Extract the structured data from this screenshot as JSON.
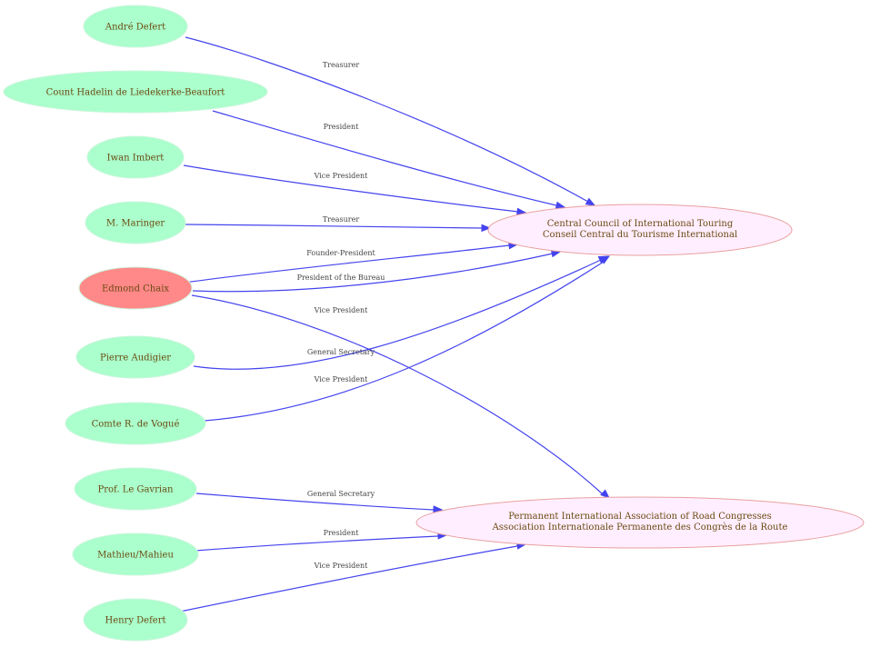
{
  "colors": {
    "person_fill": "#aaffcc",
    "person_stroke": "#ccf5dd",
    "highlight_fill": "#ff8888",
    "org_fill": "#ffeeff",
    "org_stroke": "#e8a0a0",
    "edge": "#4444ee",
    "node_text": "#6b4a12",
    "edge_text": "#444444"
  },
  "nodes": [
    {
      "id": "andre_defert",
      "label": "André Defert",
      "kind": "person"
    },
    {
      "id": "hadelin",
      "label": "Count Hadelin de Liedekerke-Beaufort",
      "kind": "person"
    },
    {
      "id": "iwan_imbert",
      "label": "Iwan Imbert",
      "kind": "person"
    },
    {
      "id": "maringer",
      "label": "M. Maringer",
      "kind": "person"
    },
    {
      "id": "edmond_chaix",
      "label": "Edmond Chaix",
      "kind": "highlight"
    },
    {
      "id": "pierre_audigier",
      "label": "Pierre Audigier",
      "kind": "person"
    },
    {
      "id": "vogue",
      "label": "Comte R. de Vogué",
      "kind": "person"
    },
    {
      "id": "le_gavrian",
      "label": "Prof. Le Gavrian",
      "kind": "person"
    },
    {
      "id": "mathieu",
      "label": "Mathieu/Mahieu",
      "kind": "person"
    },
    {
      "id": "henry_defert",
      "label": "Henry Defert",
      "kind": "person"
    },
    {
      "id": "ccit",
      "label_lines": [
        "Central Council of International Touring",
        "Conseil Central du Tourisme International"
      ],
      "kind": "org"
    },
    {
      "id": "piarc",
      "label_lines": [
        "Permanent International Association of Road Congresses",
        "Association Internationale Permanente des Congrès de la Route"
      ],
      "kind": "org"
    }
  ],
  "edges": [
    {
      "from": "andre_defert",
      "to": "ccit",
      "label": "Treasurer"
    },
    {
      "from": "hadelin",
      "to": "ccit",
      "label": "President"
    },
    {
      "from": "iwan_imbert",
      "to": "ccit",
      "label": "Vice President"
    },
    {
      "from": "maringer",
      "to": "ccit",
      "label": "Treasurer"
    },
    {
      "from": "edmond_chaix",
      "to": "ccit",
      "label": "Founder-President"
    },
    {
      "from": "edmond_chaix",
      "to": "ccit",
      "label": "President of the Bureau"
    },
    {
      "from": "edmond_chaix",
      "to": "piarc",
      "label": "Vice President"
    },
    {
      "from": "pierre_audigier",
      "to": "ccit",
      "label": "General Secretary"
    },
    {
      "from": "vogue",
      "to": "ccit",
      "label": "Vice President"
    },
    {
      "from": "le_gavrian",
      "to": "piarc",
      "label": "General Secretary"
    },
    {
      "from": "mathieu",
      "to": "piarc",
      "label": "President"
    },
    {
      "from": "henry_defert",
      "to": "piarc",
      "label": "Vice President"
    }
  ]
}
